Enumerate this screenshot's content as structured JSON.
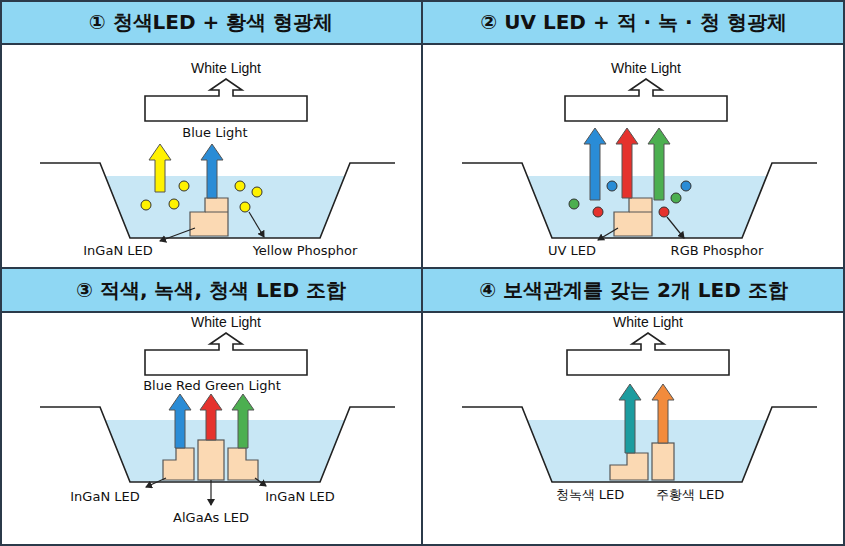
{
  "diagram": {
    "nodes": [
      {
        "text": [
          "① 청색LED + 황색 형광체"
        ]
      },
      {
        "text": [
          "White Light"
        ]
      },
      {
        "text": [
          "② UV LED + 적 · 녹 · 청 형광체"
        ]
      },
      {
        "text": [
          "White Light"
        ]
      },
      {
        "text": [
          "③ 적색, 녹색, 청색 LED 조합"
        ]
      },
      {
        "text": [
          "White Light"
        ]
      },
      {
        "text": [
          "④ 보색관계를 갖는 2개 LED 조합"
        ]
      },
      {
        "text": [
          "White Light"
        ]
      }
    ],
    "labels": [
      "Blue Light",
      "InGaN LED",
      "Yellow Phosphor",
      "UV LED",
      "RGB Phosphor",
      "Blue Red Green Light",
      "InGaN LED",
      "AlGaAs LED",
      "InGaN LED",
      "청녹색 LED",
      "주황색 LED"
    ]
  }
}
